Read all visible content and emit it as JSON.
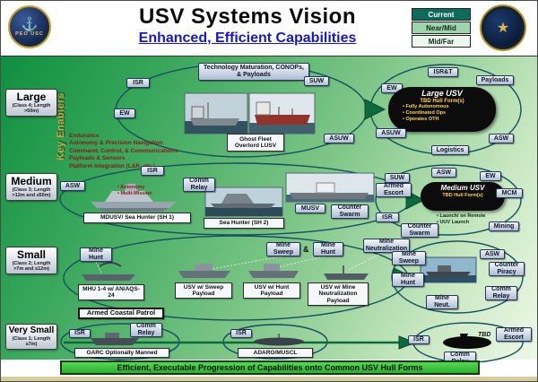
{
  "header": {
    "title": "USV Systems Vision",
    "subtitle": "Enhanced, Efficient Capabilities",
    "left_badge": "PEO USC",
    "legend": {
      "current": "Current",
      "near_mid": "Near/Mid",
      "mid_far": "Mid/Far"
    }
  },
  "colors": {
    "legend_current": "#0d6b5c",
    "legend_near_mid": "#9fd4ae",
    "legend_mid_far": "#edf7ef",
    "subtitle_blue": "#1717c8",
    "banner_green": "#3fc43f",
    "body_green_dark": "#0f8f3f",
    "body_green_light": "#eef8e8"
  },
  "key_enablers": {
    "title": "Key Enablers",
    "items": [
      "Endurance",
      "Autonomy & Precision Navigation",
      "Command, Control, & Communications",
      "Payloads & Sensors",
      "Platform Integration (L&R, etc.)"
    ]
  },
  "classes": {
    "large": {
      "name": "Large",
      "desc": "(Class 4; Length >50m)"
    },
    "medium": {
      "name": "Medium",
      "desc": "(Class 3; Length >12m and ≤50m)"
    },
    "small": {
      "name": "Small",
      "desc": "(Class 2; Length >7m and ≤12m)"
    },
    "very_small": {
      "name": "Very Small",
      "desc": "(Class 1; Length ≤7m)"
    }
  },
  "large_row": {
    "tech_box": "Technology Maturation, CONOPs, & Payloads",
    "isr": "ISR",
    "suw": "SUW",
    "ew": "EW",
    "ghost_fleet": "Ghost Fleet Overlord LUSV",
    "asuw": "ASUW",
    "right": {
      "isrt": "ISR&T",
      "payloads": "Payloads",
      "ew": "EW",
      "asuw": "ASUW",
      "asw": "ASW",
      "logistics": "Logistics"
    },
    "usv": {
      "title": "Large USV",
      "subtitle": "TBD Hull Form(s)",
      "bullets": [
        "• Fully Autonomous",
        "• Coordinated Ops",
        "• Operates OTH"
      ]
    }
  },
  "medium_row": {
    "isr": "ISR",
    "asw": "ASW",
    "comm_relay": "Comm Relay",
    "sh1_bullets": [
      "• Autonomy",
      "• Multi-Mission"
    ],
    "sh1_label": "MDUSV/ Sea Hunter (SH 1)",
    "sh2_label": "Sea Hunter (SH 2)",
    "musv": "MUSV",
    "suw": "SUW",
    "asw2": "ASW",
    "ew": "EW",
    "armed_escort": "Armed Escort",
    "counter_swarm": "Counter Swarm",
    "isr2": "ISR",
    "counter_swarm2": "Counter Swarm",
    "mcm": "MCM",
    "mining": "Mining",
    "usv": {
      "title": "Medium USV",
      "subtitle": "TBD Hull Form(s)",
      "bullets": [
        "• Launch/ on Remote",
        "• UUV Launch"
      ]
    }
  },
  "small_row": {
    "mine_hunt": "Mine Hunt",
    "mine_sweep": "Mine Sweep",
    "amp": "&",
    "mine_hunt2": "Mine Hunt",
    "mine_neutralization": "Mine Neutralization",
    "mhu": "MHU 1-4 w/ AN/AQS-24",
    "usv_sweep": "USV w/ Sweep Payload",
    "usv_hunt": "USV w/ Hunt Payload",
    "usv_neut": "USV w/ Mine Neutralization Payload",
    "armed_coastal_patrol": "Armed Coastal Patrol",
    "right": {
      "mine_sweep": "Mine Sweep",
      "asw": "ASW",
      "mine_hunt": "Mine Hunt",
      "counter_piracy": "Counter Piracy",
      "mine_neut": "Mine Neut.",
      "comm_relay": "Comm Relay"
    }
  },
  "very_small_row": {
    "isr": "ISR",
    "comm_relay": "Comm Relay",
    "garc": "GARC Optionally Manned",
    "isr2": "ISR",
    "adaro": "ADARO/MUSCL",
    "isr3": "ISR",
    "tbd": "TBD",
    "armed_escort": "Armed Escort",
    "comm_relay2": "Comm Relay"
  },
  "footer": {
    "banner": "Efficient, Executable Progression of Capabilities onto Common USV Hull Forms"
  }
}
